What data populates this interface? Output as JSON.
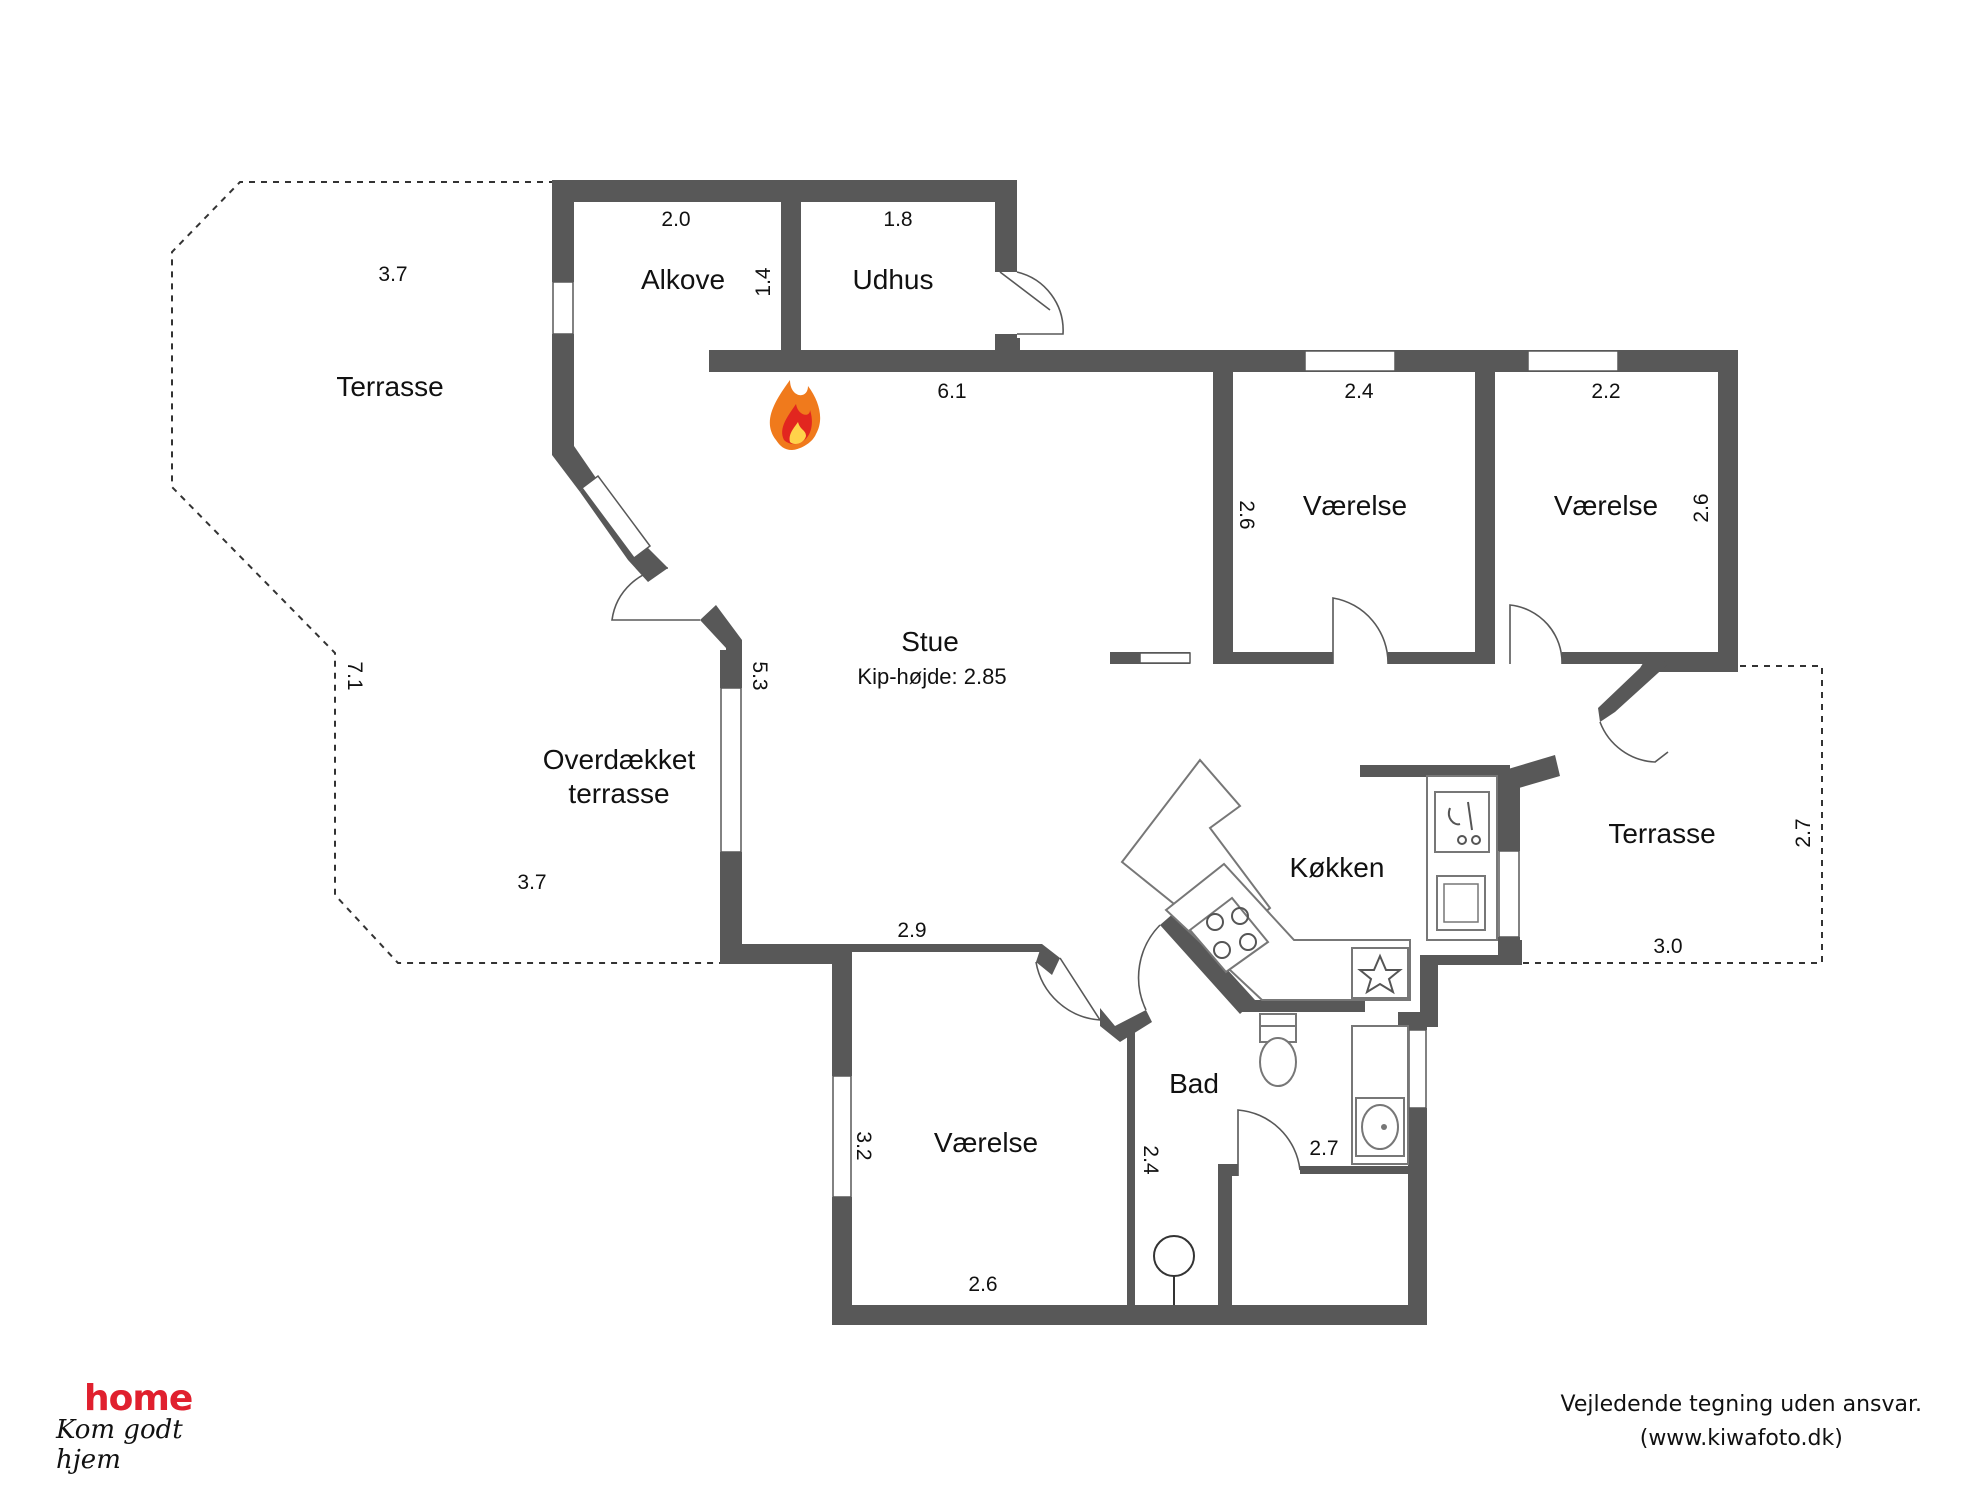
{
  "colors": {
    "wall": "#585858",
    "brand": "#e0202e"
  },
  "rooms": {
    "alkove": "Alkove",
    "udhus": "Udhus",
    "terrasse_west": "Terrasse",
    "vaerelse_1": "Værelse",
    "vaerelse_2": "Værelse",
    "stue": "Stue",
    "stue_height": "Kip-højde: 2.85",
    "overdaekket_1": "Overdækket",
    "overdaekket_2": "terrasse",
    "kokken": "Køkken",
    "terrasse_east": "Terrasse",
    "bad": "Bad",
    "vaerelse_3": "Værelse"
  },
  "dimensions": {
    "alkove_w": "2.0",
    "alkove_h": "1.4",
    "udhus_w": "1.8",
    "stue_top": "6.1",
    "vaerelse1_w": "2.4",
    "vaerelse1_h": "2.6",
    "vaerelse2_w": "2.2",
    "vaerelse2_h": "2.6",
    "terrasse_top": "3.7",
    "terrasse_side": "7.1",
    "overdaekket_w": "3.7",
    "stue_side": "5.3",
    "stue_bottom": "2.9",
    "terrasse_east_h": "2.7",
    "terrasse_east_w": "3.0",
    "vaerelse3_h": "3.2",
    "vaerelse3_w": "2.6",
    "bad_h": "2.4",
    "bad_w": "2.7"
  },
  "icons": [
    "fireplace-icon",
    "stove-icon",
    "sink-icon",
    "toilet-icon",
    "washbasin-icon",
    "shower-drain-icon",
    "dishwasher-icon"
  ],
  "footer": {
    "disclaimer": "Vejledende tegning uden ansvar.",
    "source": "(www.kiwafoto.dk)"
  },
  "logo": {
    "word": "home",
    "tagline": "Kom godt hjem"
  }
}
